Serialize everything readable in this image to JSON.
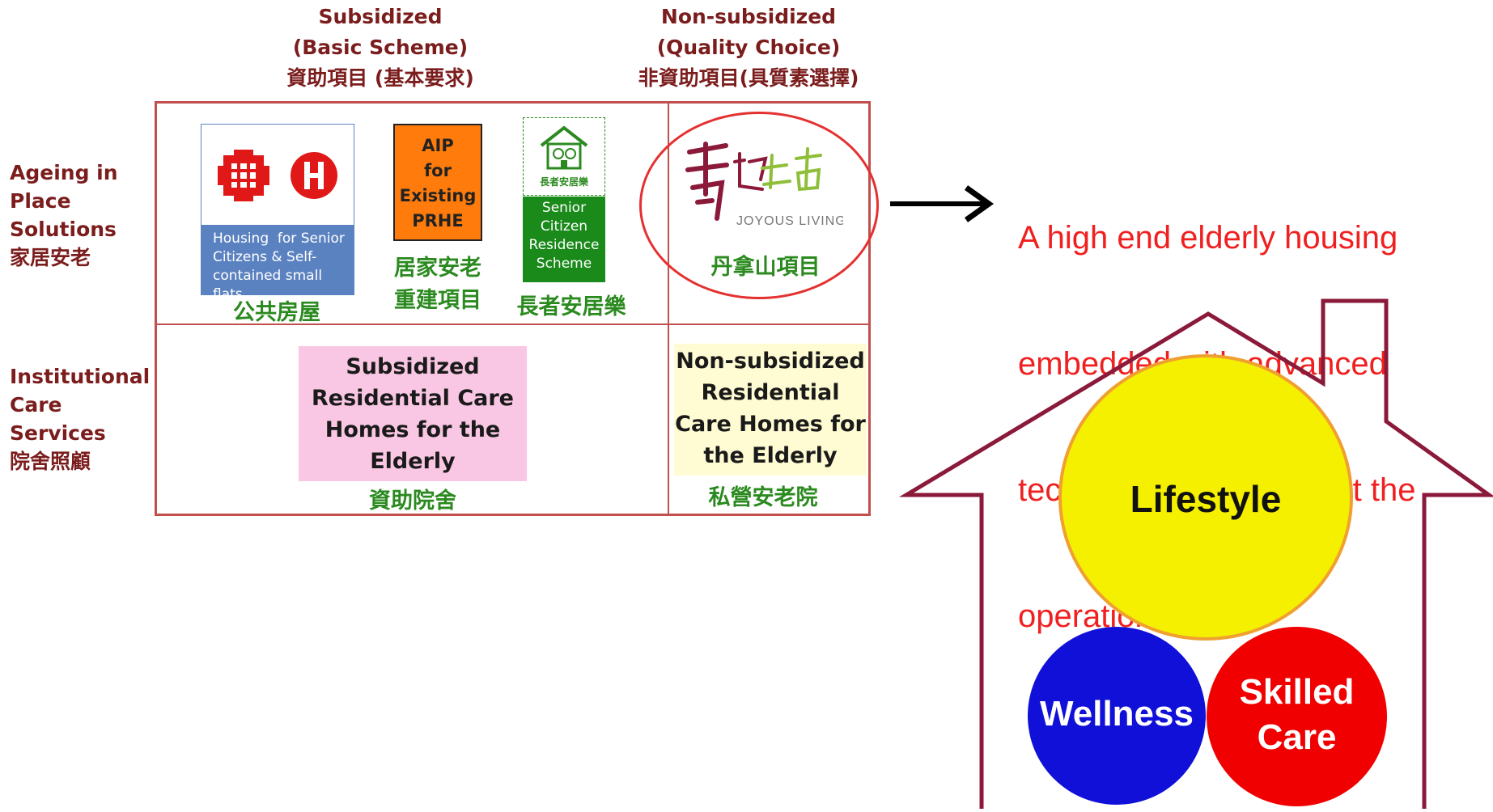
{
  "columns": {
    "subsidized": {
      "line1": "Subsidized",
      "line2": "(Basic Scheme)",
      "line3": "資助項目 (基本要求)"
    },
    "non_subsidized": {
      "line1": "Non-subsidized",
      "line2": "(Quality Choice)",
      "line3": "非資助項目(具質素選擇)"
    }
  },
  "rows": {
    "ageing": [
      "Ageing in",
      "Place",
      "Solutions",
      "家居安老"
    ],
    "institutional": [
      "Institutional",
      "Care",
      "Services",
      "院舍照顧"
    ]
  },
  "tiles": {
    "housing": {
      "text": [
        "Housing  for Senior",
        "Citizens & Self-",
        "contained small flats"
      ],
      "caption": "公共房屋"
    },
    "aip": {
      "text": [
        "AIP",
        "for",
        "Existing",
        "PRHE"
      ],
      "caption": [
        "居家安老",
        "重建項目"
      ]
    },
    "senior": {
      "logo_caption": "長者安居樂",
      "text": [
        "Senior",
        "Citizen",
        "Residence",
        "Scheme"
      ],
      "caption": "長者安居樂"
    },
    "joyous": {
      "logo_text": "JOYOUS LIVING",
      "caption": "丹拿山項目"
    }
  },
  "boxes": {
    "subsidized_rch": {
      "text": [
        "Subsidized",
        "Residential Care",
        "Homes for the",
        "Elderly"
      ],
      "caption": "資助院舍"
    },
    "non_subsidized_rch": {
      "text": [
        "Non-subsidized",
        "Residential",
        "Care Homes for",
        "the Elderly"
      ],
      "caption": "私營安老院"
    }
  },
  "description": [
    "A high end elderly housing",
    "embedded with advanced",
    "technologies  to support the",
    "operation model"
  ],
  "house": {
    "lifestyle": "Lifestyle",
    "wellness": "Wellness",
    "skilled_care": [
      "Skilled",
      "Care"
    ]
  },
  "colors": {
    "maroon": "#7b1d1d",
    "green": "#2b8a1f",
    "grid_border": "#c0504d",
    "house_outline": "#8b1a3a",
    "lifestyle_fill": "#f4f000",
    "wellness_fill": "#1010d8",
    "skilled_fill": "#f00000",
    "description_red": "#f02020"
  }
}
